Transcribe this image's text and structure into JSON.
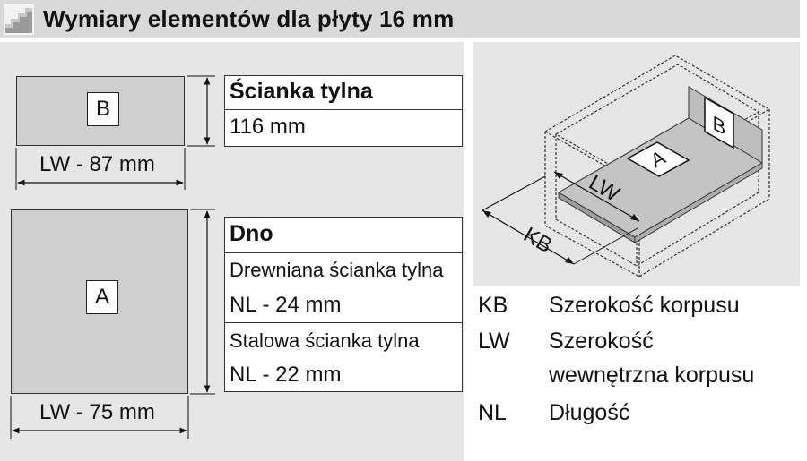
{
  "header": {
    "title": "Wymiary elementów dla płyty 16 mm"
  },
  "back_panel": {
    "letter": "B",
    "width_label": "LW - 87 mm",
    "title": "Ścianka tylna",
    "value": "116 mm"
  },
  "bottom_panel": {
    "letter": "A",
    "width_label": "LW - 75 mm",
    "title": "Dno",
    "wood_label": "Drewniana ścianka tylna",
    "wood_value": "NL - 24 mm",
    "steel_label": "Stalowa ścianka tylna",
    "steel_value": "NL - 22 mm"
  },
  "drawing": {
    "lw_label": "LW",
    "kb_label": "KB",
    "letter_a": "A",
    "letter_b": "B"
  },
  "legend": [
    {
      "abbr": "KB",
      "text": "Szerokość korpusu"
    },
    {
      "abbr": "LW",
      "text": "Szerokość"
    },
    {
      "abbr": "",
      "text": "wewnętrzna korpusu"
    },
    {
      "abbr": "NL",
      "text": "Długość"
    }
  ]
}
